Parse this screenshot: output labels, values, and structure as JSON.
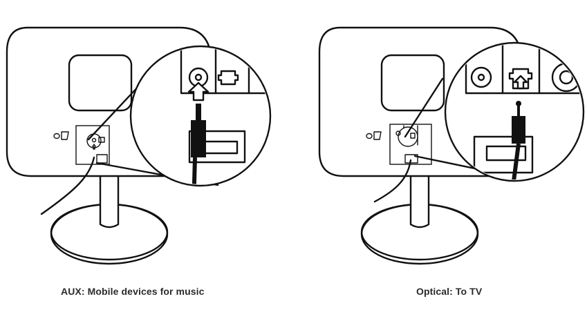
{
  "captions": {
    "aux": "AUX: Mobile devices for music",
    "optical": "Optical: To TV"
  },
  "icons": {
    "speaker": "speaker-device",
    "magnifier": "magnified-port-view",
    "arrow": "insert-arrow"
  }
}
